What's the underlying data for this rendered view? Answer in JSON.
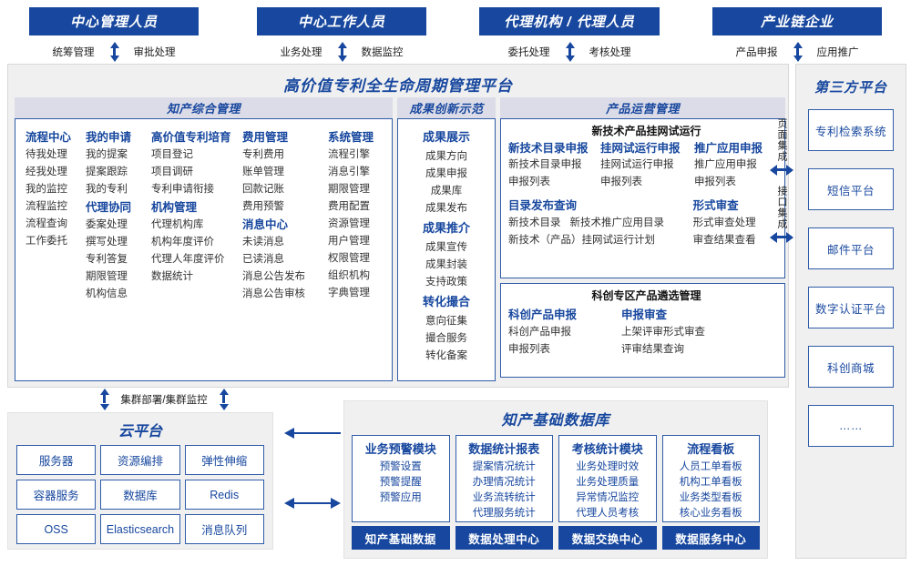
{
  "roles": [
    {
      "title": "中心管理人员",
      "subs": [
        "统筹管理",
        "审批处理"
      ]
    },
    {
      "title": "中心工作人员",
      "subs": [
        "业务处理",
        "数据监控"
      ]
    },
    {
      "title": "代理机构 / 代理人员",
      "subs": [
        "委托处理",
        "考核处理"
      ]
    },
    {
      "title": "产业链企业",
      "subs": [
        "产品申报",
        "应用推广"
      ]
    }
  ],
  "platform": {
    "title": "高价值专利全生命周期管理平台",
    "sections": {
      "zhichan": {
        "header": "知产综合管理",
        "columns": [
          {
            "groups": [
              {
                "title": "流程中心",
                "items": [
                  "待我处理",
                  "经我处理",
                  "我的监控",
                  "流程监控",
                  "流程查询",
                  "工作委托"
                ]
              }
            ]
          },
          {
            "groups": [
              {
                "title": "我的申请",
                "items": [
                  "我的提案",
                  "提案跟踪",
                  "我的专利"
                ]
              },
              {
                "title": "代理协同",
                "items": [
                  "委案处理",
                  "撰写处理",
                  "专利答复",
                  "期限管理",
                  "机构信息"
                ]
              }
            ]
          },
          {
            "groups": [
              {
                "title": "高价值专利培育",
                "items": [
                  "项目登记",
                  "项目调研",
                  "专利申请衔接"
                ]
              },
              {
                "title": "机构管理",
                "items": [
                  "代理机构库",
                  "机构年度评价",
                  "代理人年度评价",
                  "数据统计"
                ]
              }
            ]
          },
          {
            "groups": [
              {
                "title": "费用管理",
                "items": [
                  "专利费用",
                  "账单管理",
                  "回款记账",
                  "费用预警"
                ]
              },
              {
                "title": "消息中心",
                "items": [
                  "未读消息",
                  "已读消息",
                  "消息公告发布",
                  "消息公告审核"
                ]
              }
            ]
          },
          {
            "groups": [
              {
                "title": "系统管理",
                "items": [
                  "流程引擎",
                  "消息引擎",
                  "期限管理",
                  "费用配置",
                  "资源管理",
                  "用户管理",
                  "权限管理",
                  "组织机构",
                  "字典管理"
                ]
              }
            ]
          }
        ]
      },
      "chengguo": {
        "header": "成果创新示范",
        "groups": [
          {
            "title": "成果展示",
            "items": [
              "成果方向",
              "成果申报",
              "成果库",
              "成果发布"
            ]
          },
          {
            "title": "成果推介",
            "items": [
              "成果宣传",
              "成果封装",
              "支持政策"
            ]
          },
          {
            "title": "转化撮合",
            "items": [
              "意向征集",
              "撮合服务",
              "转化备案"
            ]
          }
        ]
      },
      "chanpin": {
        "header": "产品运营管理",
        "subboxes": [
          {
            "title": "新技术产品挂网试运行",
            "row1": [
              {
                "title": "新技术目录申报",
                "items": [
                  "新技术目录申报",
                  "申报列表"
                ]
              },
              {
                "title": "挂网试运行申报",
                "items": [
                  "挂网试运行申报",
                  "申报列表"
                ]
              },
              {
                "title": "推广应用申报",
                "items": [
                  "推广应用申报",
                  "申报列表"
                ]
              }
            ],
            "row2": [
              {
                "title": "目录发布查询",
                "items": [
                  "新技术目录",
                  "新技术推广应用目录",
                  "新技术（产品）挂网试运行计划"
                ]
              },
              {
                "title": "形式审查",
                "items": [
                  "形式审查处理",
                  "审查结果查看"
                ]
              }
            ]
          },
          {
            "title": "科创专区产品遴选管理",
            "row1": [
              {
                "title": "科创产品申报",
                "items": [
                  "科创产品申报",
                  "申报列表"
                ]
              },
              {
                "title": "申报审查",
                "items": [
                  "上架评审形式审查",
                  "评审结果查询"
                ]
              }
            ],
            "row2": []
          }
        ]
      }
    }
  },
  "integration": {
    "labels": [
      "页面集成",
      "接口集成"
    ]
  },
  "third_party": {
    "title": "第三方平台",
    "items": [
      "专利检索系统",
      "短信平台",
      "邮件平台",
      "数字认证平台",
      "科创商城",
      "……"
    ]
  },
  "cluster": {
    "label": "集群部署/集群监控"
  },
  "cloud": {
    "title": "云平台",
    "cells": [
      "服务器",
      "资源编排",
      "弹性伸缩",
      "容器服务",
      "数据库",
      "Redis",
      "OSS",
      "Elasticsearch",
      "消息队列"
    ]
  },
  "database": {
    "title": "知产基础数据库",
    "columns": [
      {
        "header": "业务预警模块",
        "items": [
          "预警设置",
          "预警提醒",
          "预警应用"
        ],
        "footer": "知产基础数据"
      },
      {
        "header": "数据统计报表",
        "items": [
          "提案情况统计",
          "办理情况统计",
          "业务流转统计",
          "代理服务统计"
        ],
        "footer": "数据处理中心"
      },
      {
        "header": "考核统计模块",
        "items": [
          "业务处理时效",
          "业务处理质量",
          "异常情况监控",
          "代理人员考核"
        ],
        "footer": "数据交换中心"
      },
      {
        "header": "流程看板",
        "items": [
          "人员工单看板",
          "机构工单看板",
          "业务类型看板",
          "核心业务看板"
        ],
        "footer": "数据服务中心"
      }
    ]
  },
  "colors": {
    "brand_blue": "#17479E",
    "border_blue": "#2F5CA8",
    "panel_bg": "#F0F0F0",
    "header_bg": "#DCDCE8"
  }
}
